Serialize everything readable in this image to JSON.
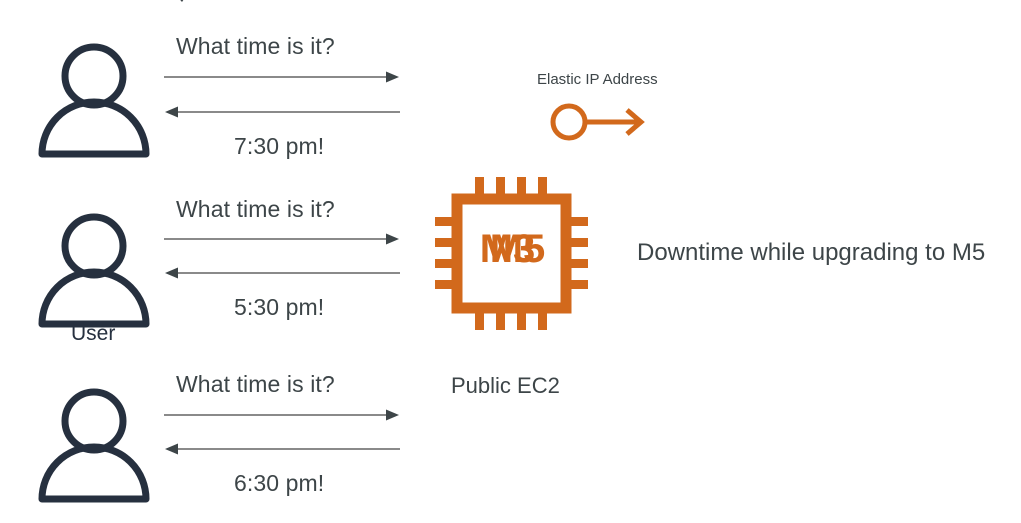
{
  "diagram": {
    "title_fragment_visible": true,
    "colors": {
      "orange": "#d2691c",
      "navy": "#26303f",
      "text_gray": "#3d4548",
      "arrow_line": "#8a8a8a",
      "arrow_head": "#3d4548",
      "background": "#ffffff"
    },
    "users_column_label": "User",
    "conversations": [
      {
        "id": "conversation-1",
        "request": "What time is it?",
        "response": "7:30 pm!",
        "request_arrow_direction": "right",
        "response_arrow_direction": "left"
      },
      {
        "id": "conversation-2",
        "request": "What time is it?",
        "response": "5:30 pm!",
        "request_arrow_direction": "right",
        "response_arrow_direction": "left"
      },
      {
        "id": "conversation-3",
        "request": "What time is it?",
        "response": "6:30 pm!",
        "request_arrow_direction": "right",
        "response_arrow_direction": "left"
      }
    ],
    "elastic_ip": {
      "label": "Elastic IP Address",
      "icon": "circle-arrow-right-icon"
    },
    "instance": {
      "label": "Public EC2",
      "icon": "cpu-chip-icon",
      "chip_text_old": "M3",
      "chip_text_new": "M5"
    },
    "annotation": {
      "text": "Downtime while upgrading to M5"
    }
  }
}
